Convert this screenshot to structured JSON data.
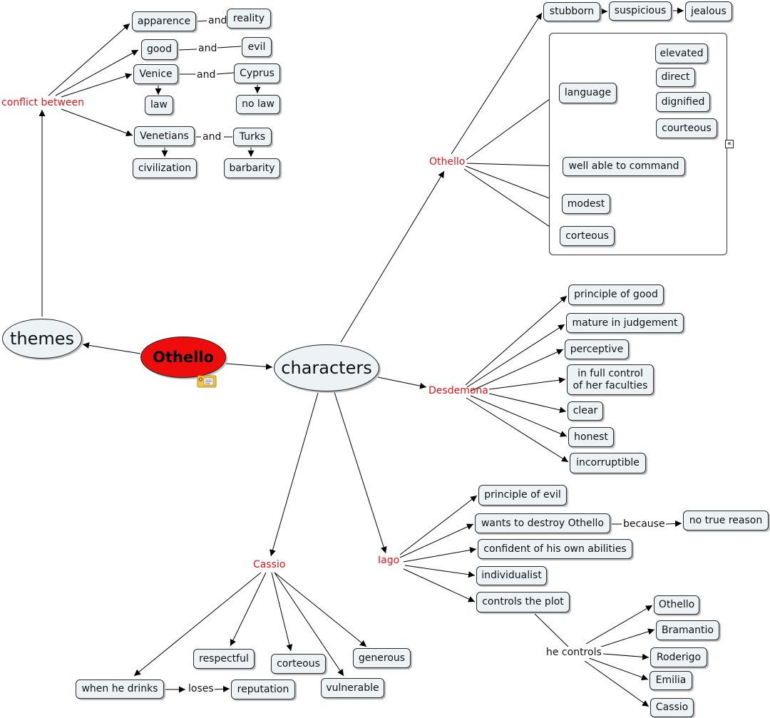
{
  "center": "Othello",
  "hubs": {
    "themes": "themes",
    "characters": "characters"
  },
  "themes": {
    "conflict_label": "conflict between",
    "pairs": [
      {
        "a": "apparence",
        "link": "and",
        "b": "reality"
      },
      {
        "a": "good",
        "link": "and",
        "b": "evil"
      },
      {
        "a": "Venice",
        "link": "and",
        "b": "Cyprus",
        "a_sub": "law",
        "b_sub": "no law"
      },
      {
        "a": "Venetians",
        "link": "and",
        "b": "Turks",
        "a_sub": "civilization",
        "b_sub": "barbarity"
      }
    ]
  },
  "characters": {
    "othello": {
      "label": "Othello",
      "traits": [
        "stubborn",
        "suspicious",
        "jealous"
      ],
      "language": {
        "label": "language",
        "items": [
          "elevated",
          "direct",
          "dignified",
          "courteous"
        ]
      },
      "others": [
        "well able to command",
        "modest",
        "corteous"
      ],
      "collapse_icon": "«"
    },
    "desdemona": {
      "label": "Desdemona",
      "traits": [
        "principle of good",
        "mature in judgement",
        "perceptive",
        "in full control\nof her faculties",
        "clear",
        "honest",
        "incorruptible"
      ]
    },
    "iago": {
      "label": "Iago",
      "traits": [
        "principle of evil",
        "wants to destroy Othello",
        "confident of his own abilities",
        "individualist",
        "controls the plot"
      ],
      "because": {
        "link": "because",
        "target": "no true reason"
      },
      "controls": {
        "link": "he controls",
        "targets": [
          "Othello",
          "Bramantio",
          "Roderigo",
          "Emilia",
          "Cassio"
        ]
      }
    },
    "cassio": {
      "label": "Cassio",
      "traits": [
        "respectful",
        "corteous",
        "generous",
        "vulnerable",
        "when he drinks"
      ],
      "drinks": {
        "link": "loses",
        "target": "reputation"
      }
    }
  },
  "icons": {
    "note": "note-attachment-icon"
  },
  "colors": {
    "center_fill": "#ee0d0d",
    "node_fill": "#edf3f5",
    "link_label": "#e4151a"
  }
}
